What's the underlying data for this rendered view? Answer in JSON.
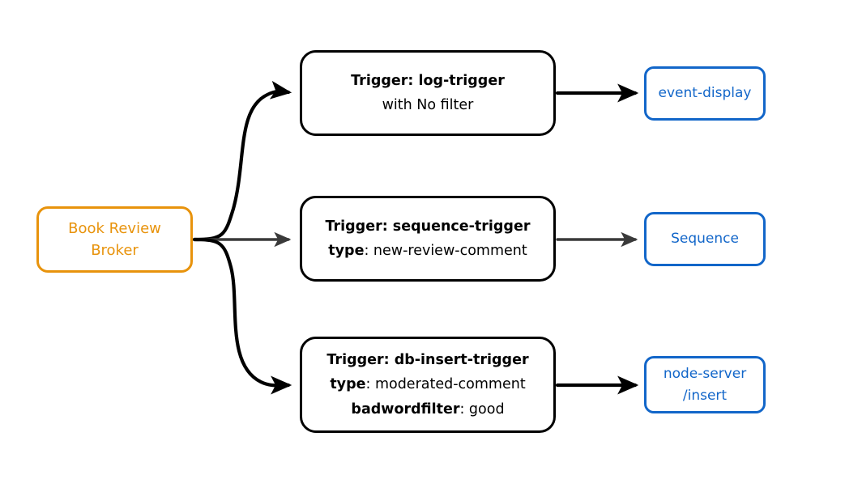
{
  "diagram": {
    "type": "event-broker-trigger-flow",
    "background": "#ffffff",
    "colors": {
      "broker_accent": "#e8930c",
      "trigger_border": "#000000",
      "sink_accent": "#1266c9",
      "edge_black": "#000000",
      "edge_gray": "#3a3a3a"
    },
    "source": {
      "id": "broker",
      "name": "Book Review Broker",
      "line1": "Book Review",
      "line2": "Broker",
      "color": "#e8930c"
    },
    "rows": [
      {
        "id": "row-log",
        "trigger": {
          "label_bold": "Trigger: log-trigger",
          "detail_bold": "",
          "detail_rest": "with No filter"
        },
        "sink": {
          "line1": "event-display",
          "line2": ""
        },
        "edge_color": "#000000",
        "edge_shape": "curve-up"
      },
      {
        "id": "row-sequence",
        "trigger": {
          "label_bold": "Trigger: sequence-trigger",
          "detail_bold": "type",
          "detail_rest": ": new-review-comment"
        },
        "sink": {
          "line1": "Sequence",
          "line2": ""
        },
        "edge_color": "#3a3a3a",
        "edge_shape": "straight"
      },
      {
        "id": "row-db-insert",
        "trigger": {
          "label_bold": "Trigger: db-insert-trigger",
          "detail_bold": "type",
          "detail_rest": ": moderated-comment",
          "detail2_bold": "badwordfilter",
          "detail2_rest": ": good"
        },
        "sink": {
          "line1": "node-server",
          "line2": "/insert"
        },
        "edge_color": "#000000",
        "edge_shape": "curve-down"
      }
    ]
  }
}
